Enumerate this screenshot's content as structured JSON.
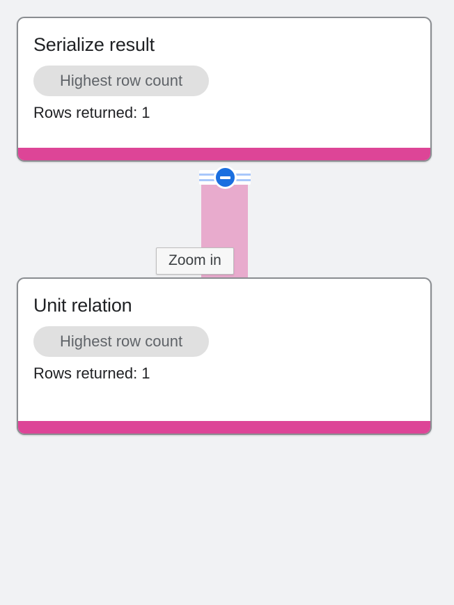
{
  "graph": {
    "background_color": "#f1f2f4",
    "accent_color": "#dd4597",
    "connector_color": "#e8abcd",
    "badge_color": "#1a6fe0",
    "nodes": [
      {
        "id": "serialize-result",
        "title": "Serialize result",
        "chip_label": "Highest row count",
        "metric_label": "Rows returned: 1"
      },
      {
        "id": "unit-relation",
        "title": "Unit relation",
        "chip_label": "Highest row count",
        "metric_label": "Rows returned: 1"
      }
    ],
    "connector": {
      "badge_icon": "minus-circle-icon",
      "badge_action": "collapse"
    },
    "tooltip": {
      "text": "Zoom in"
    }
  }
}
